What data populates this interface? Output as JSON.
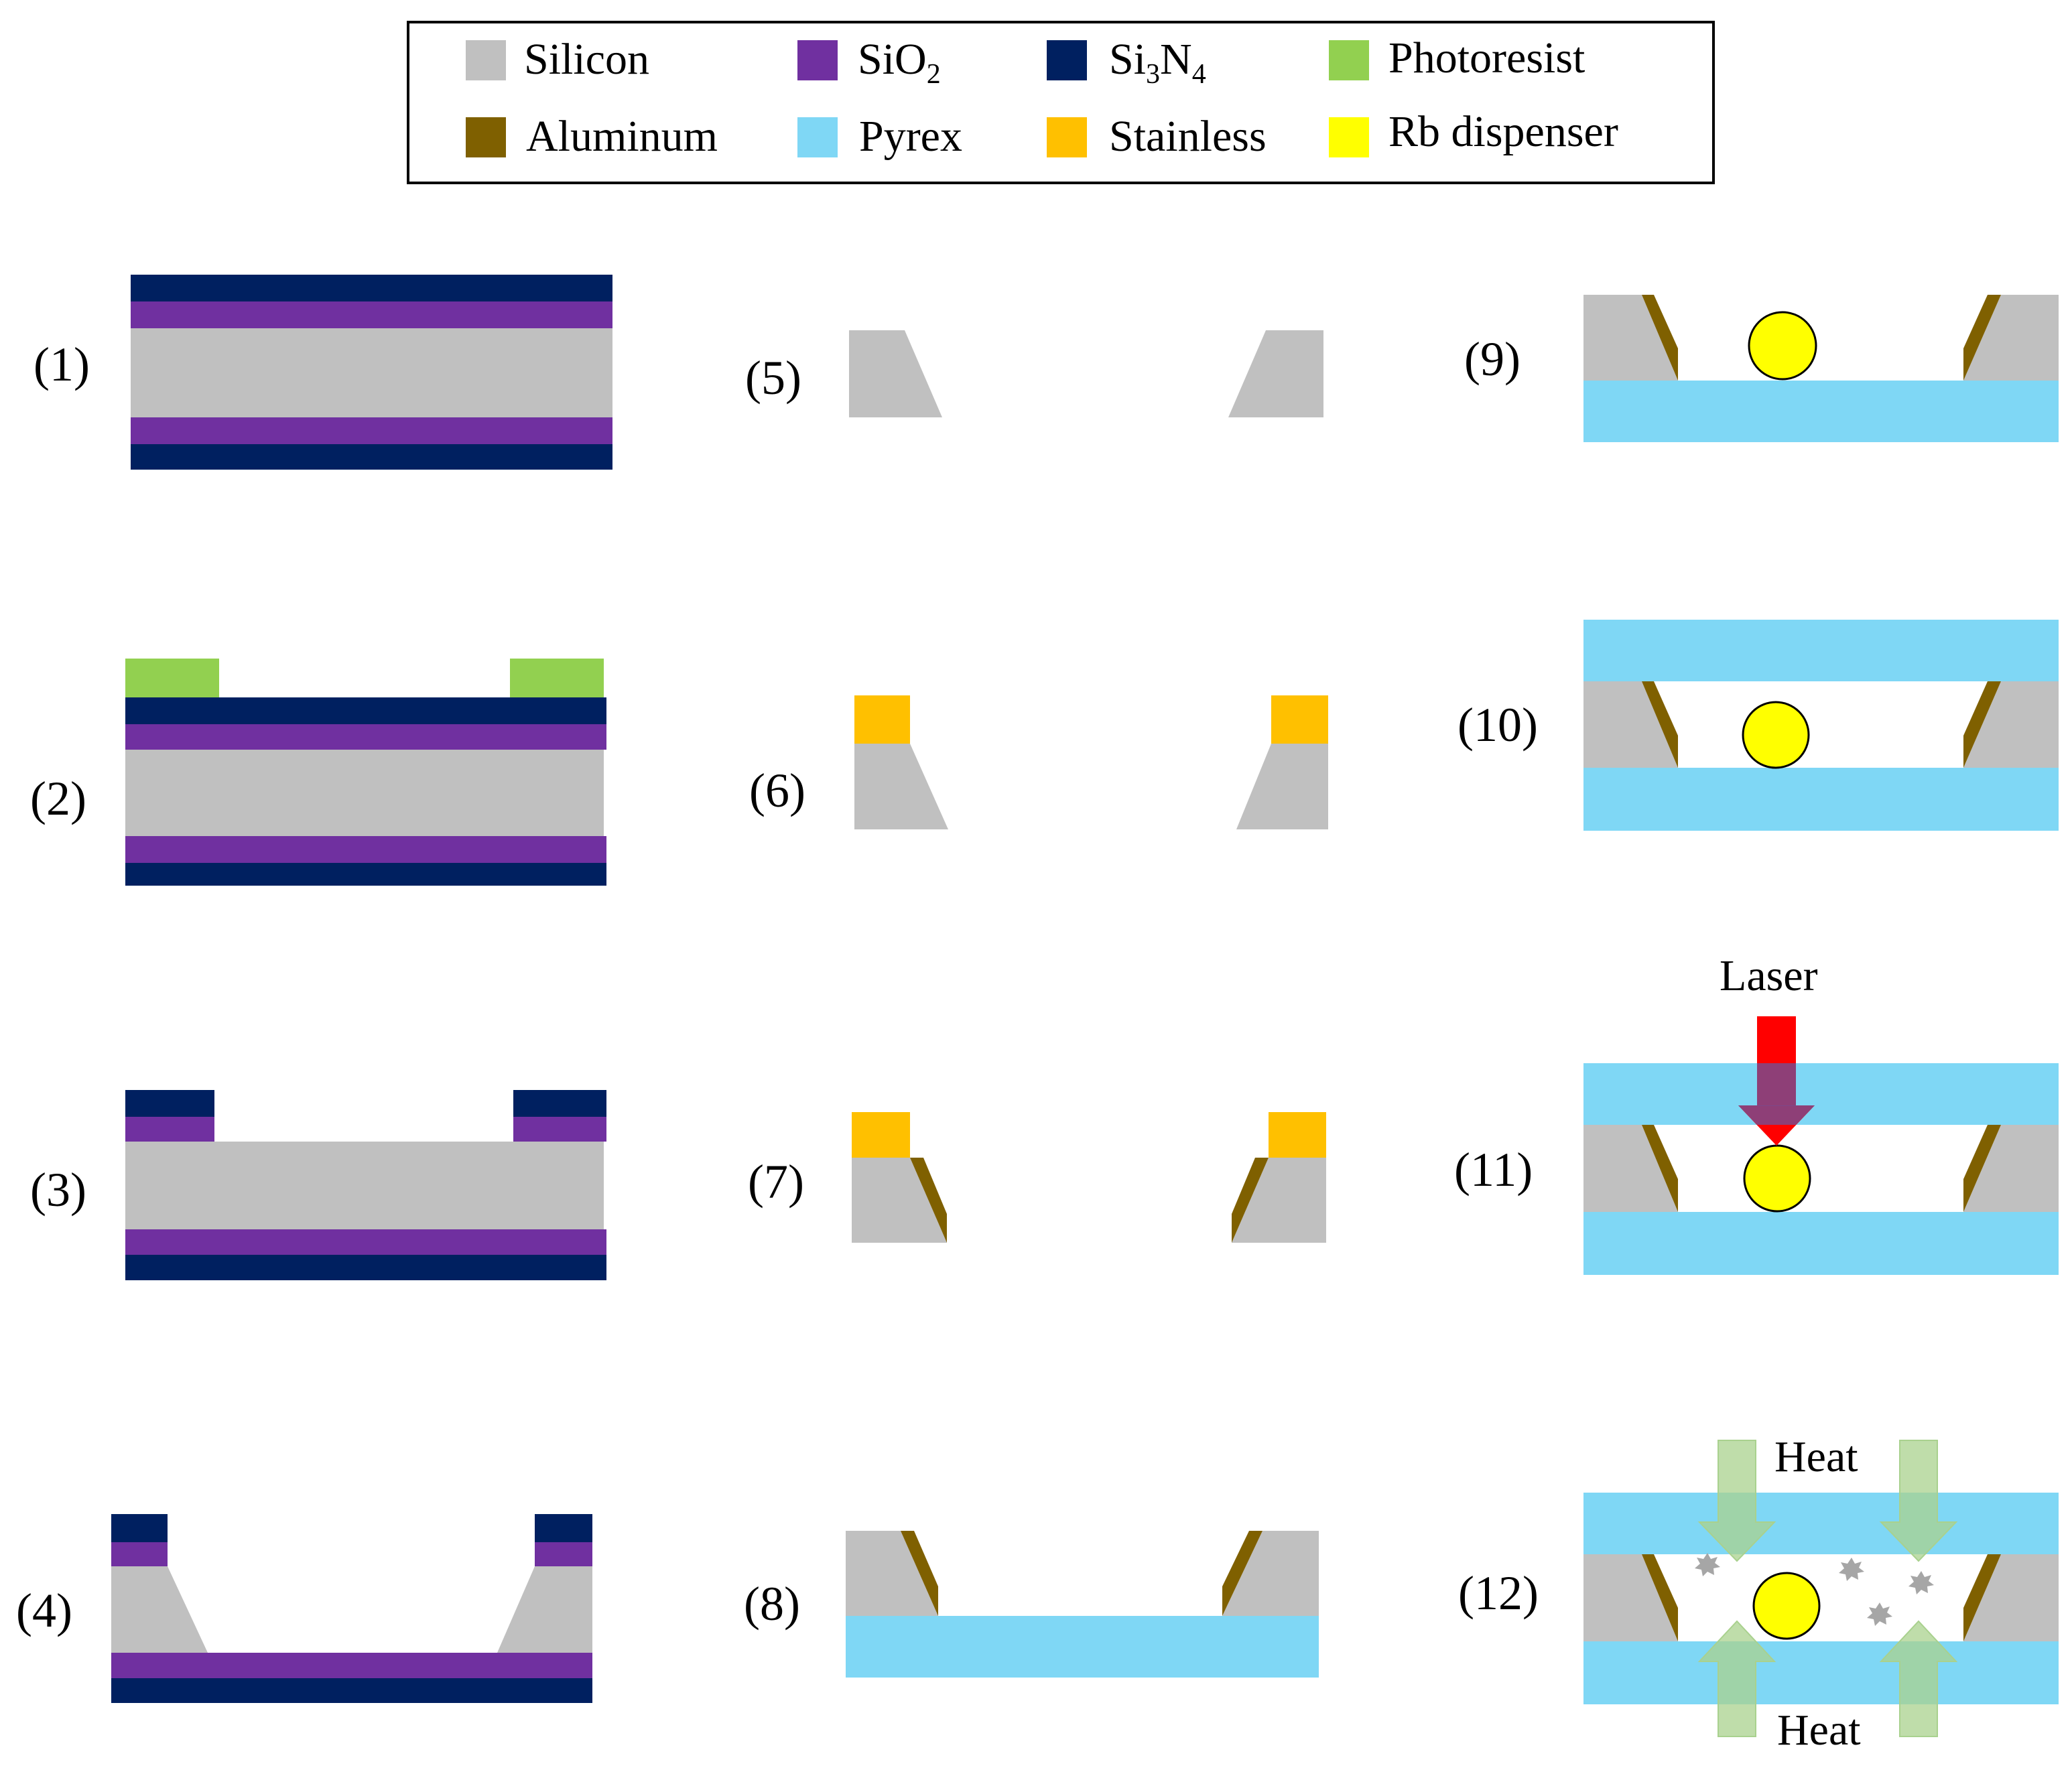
{
  "legend": {
    "items": [
      {
        "text": "Silicon",
        "base": "Silicon",
        "sub": "",
        "base2": "",
        "sub2": "",
        "color": "#c0c0c0"
      },
      {
        "text": "SiO2",
        "base": "SiO",
        "sub": "2",
        "base2": "",
        "sub2": "",
        "color": "#7030a0"
      },
      {
        "text": "Si3N4",
        "base": "Si",
        "sub": "3",
        "base2": "N",
        "sub2": "4",
        "color": "#002060"
      },
      {
        "text": "Photoresist",
        "base": "Photoresist",
        "sub": "",
        "base2": "",
        "sub2": "",
        "color": "#92d050"
      },
      {
        "text": "Aluminum",
        "base": "Aluminum",
        "sub": "",
        "base2": "",
        "sub2": "",
        "color": "#7f6000"
      },
      {
        "text": "Pyrex",
        "base": "Pyrex",
        "sub": "",
        "base2": "",
        "sub2": "",
        "color": "#7fd7f5"
      },
      {
        "text": "Stainless",
        "base": "Stainless",
        "sub": "",
        "base2": "",
        "sub2": "",
        "color": "#ffc000"
      },
      {
        "text": "Rb dispenser",
        "base": "Rb dispenser",
        "sub": "",
        "base2": "",
        "sub2": "",
        "color": "#ffff00"
      }
    ]
  },
  "steps": [
    "(1)",
    "(2)",
    "(3)",
    "(4)",
    "(5)",
    "(6)",
    "(7)",
    "(8)",
    "(9)",
    "(10)",
    "(11)",
    "(12)"
  ],
  "annotations": {
    "laser": "Laser",
    "heat_top": "Heat",
    "heat_bottom": "Heat"
  },
  "colors": {
    "silicon": "#c0c0c0",
    "sio2": "#7030a0",
    "si3n4": "#002060",
    "photoresist": "#92d050",
    "aluminum": "#7f6000",
    "pyrex": "#7fd7f5",
    "stainless": "#ffc000",
    "rb": "#ffff00",
    "laser": "#ff0000",
    "heat_arrow": "#a9d18e",
    "vapor": "#a6a6a6"
  }
}
